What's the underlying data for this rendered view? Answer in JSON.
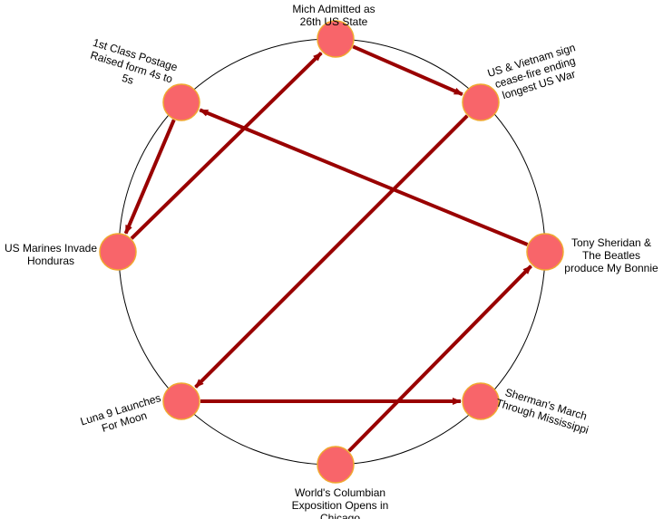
{
  "colors": {
    "node_fill": "#f8656a",
    "node_stroke": "#f0a830",
    "edge": "#990000",
    "ring": "#000000",
    "background": "#ffffff"
  },
  "nodes": [
    {
      "id": "mich",
      "lines": [
        "Mich Admitted as",
        "26th US State"
      ]
    },
    {
      "id": "vietnam",
      "lines": [
        "US & Vietnam sign",
        "cease-fire  ending",
        "longest US War"
      ]
    },
    {
      "id": "beatles",
      "lines": [
        "Tony Sheridan &",
        "The Beatles",
        "produce My Bonnie"
      ]
    },
    {
      "id": "sherman",
      "lines": [
        "Sherman's March",
        "Through Mississippi"
      ]
    },
    {
      "id": "columbian",
      "lines": [
        "World's Columbian",
        "Exposition Opens in",
        "Chicago"
      ]
    },
    {
      "id": "luna",
      "lines": [
        "Luna 9 Launches",
        "For Moon"
      ]
    },
    {
      "id": "honduras",
      "lines": [
        "US Marines Invade",
        "Honduras"
      ]
    },
    {
      "id": "postage",
      "lines": [
        "1st Class Postage",
        "Raised form 4s to",
        "5s"
      ]
    }
  ],
  "edges": [
    {
      "from": "mich",
      "to": "vietnam"
    },
    {
      "from": "vietnam",
      "to": "luna"
    },
    {
      "from": "luna",
      "to": "sherman"
    },
    {
      "from": "columbian",
      "to": "beatles"
    },
    {
      "from": "beatles",
      "to": "postage"
    },
    {
      "from": "postage",
      "to": "honduras"
    },
    {
      "from": "honduras",
      "to": "mich"
    }
  ]
}
